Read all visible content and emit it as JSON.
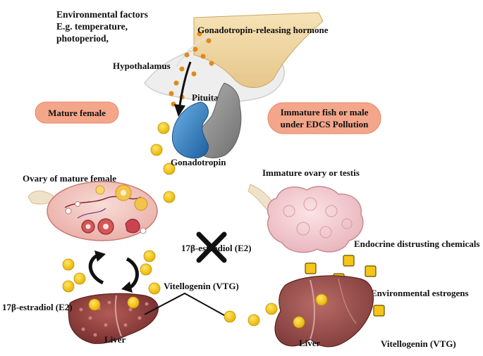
{
  "labels": {
    "env_line1": "Environmental factors",
    "env_line2": "E.g. temperature,",
    "env_line3": "photoperiod,",
    "gnrh": "Gonadotropin-releasing hormone",
    "hypothalamus": "Hypothalamus",
    "pituitary": "Pituitary",
    "gonadotropin": "Gonadotropin",
    "ovary_mature": "Ovary of mature female",
    "immature_ovary": "Immature ovary or testis",
    "e2_center": "17β-estradiol (E2)",
    "e2_left": "17β-estradiol (E2)",
    "edc": "Endocrine distrusting chemicals",
    "vtg_center": "Vitellogenin (VTG)",
    "env_estrogens": "Environmental estrogens",
    "liver_left": "Liver",
    "liver_right": "Liver",
    "vtg_right": "Vitellogenin (VTG)"
  },
  "pills": {
    "mature_female": "Mature female",
    "immature_line1": "Immature fish or male",
    "immature_line2": "under EDCS Pollution"
  },
  "colors": {
    "pill_fill": "#f4a68a",
    "hormone_dot": "#f5c518",
    "small_dot": "#e08a1e",
    "chemical_square": "#f5c518",
    "pituitary_blue": "#3a86c8",
    "pituitary_gray": "#8c8c8c",
    "hypothalamus_tan": "#f3dcaa",
    "liver": "#8a3a3a",
    "block_mark": "#111111"
  },
  "icons": {
    "block": "cross-mark-icon",
    "cycle": "circular-arrows-icon"
  }
}
